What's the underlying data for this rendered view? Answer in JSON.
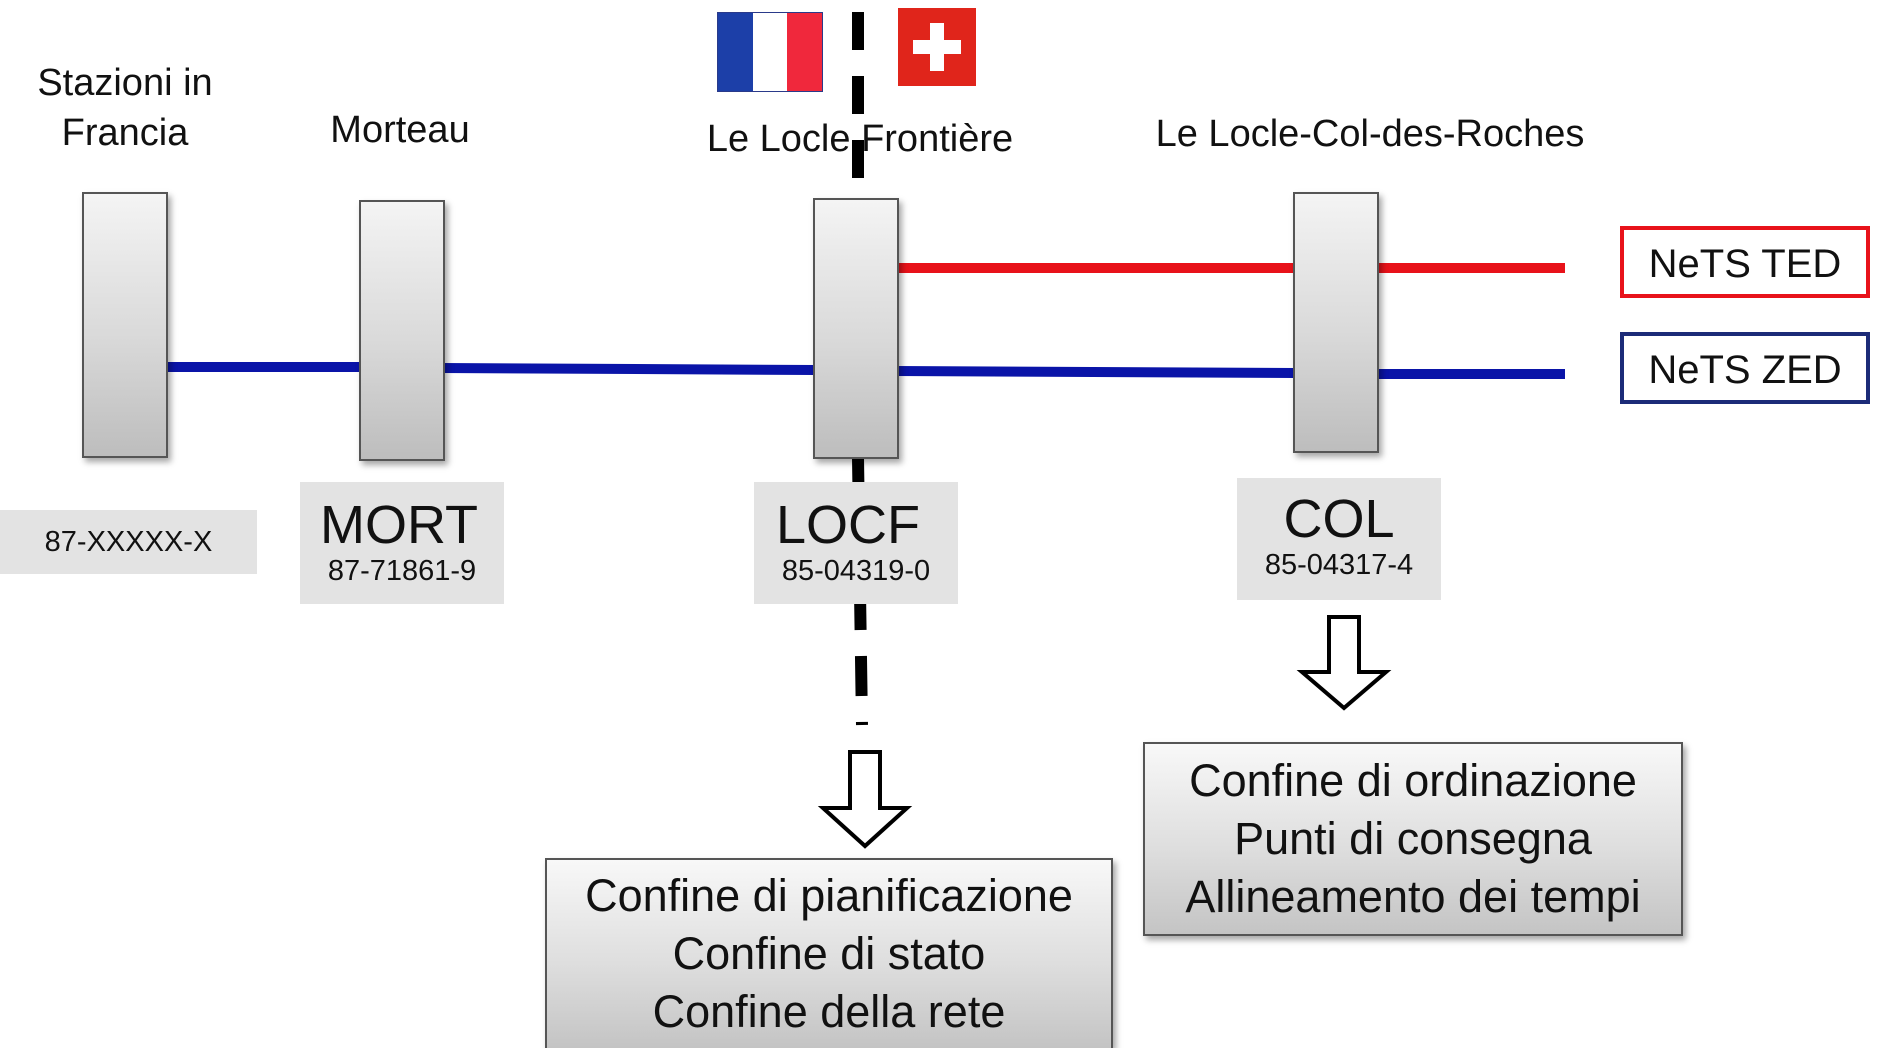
{
  "stations": {
    "francia": {
      "title_line1": "Stazioni in",
      "title_line2": "Francia",
      "code_small": "87-XXXXX-X"
    },
    "morteau": {
      "title": "Morteau",
      "code_big": "MORT",
      "code_small": "87-71861-9"
    },
    "locf": {
      "title": "Le Locle Frontière",
      "code_big": "LOCF",
      "code_small": "85-04319-0"
    },
    "col": {
      "title": "Le Locle-Col-des-Roches",
      "code_big": "COL",
      "code_small": "85-04317-4"
    }
  },
  "legend": {
    "ted": {
      "label": "NeTS TED",
      "color": "#e8121a"
    },
    "zed": {
      "label": "NeTS ZED",
      "color": "#0a14a8"
    }
  },
  "flags": {
    "left": "france-flag",
    "right": "switzerland-flag"
  },
  "boxes": {
    "border_locf": {
      "line1": "Confine di pianificazione",
      "line2": "Confine di stato",
      "line3": "Confine della rete"
    },
    "border_col": {
      "line1": "Confine di ordinazione",
      "line2": "Punti di consegna",
      "line3": "Allineamento dei tempi"
    }
  }
}
